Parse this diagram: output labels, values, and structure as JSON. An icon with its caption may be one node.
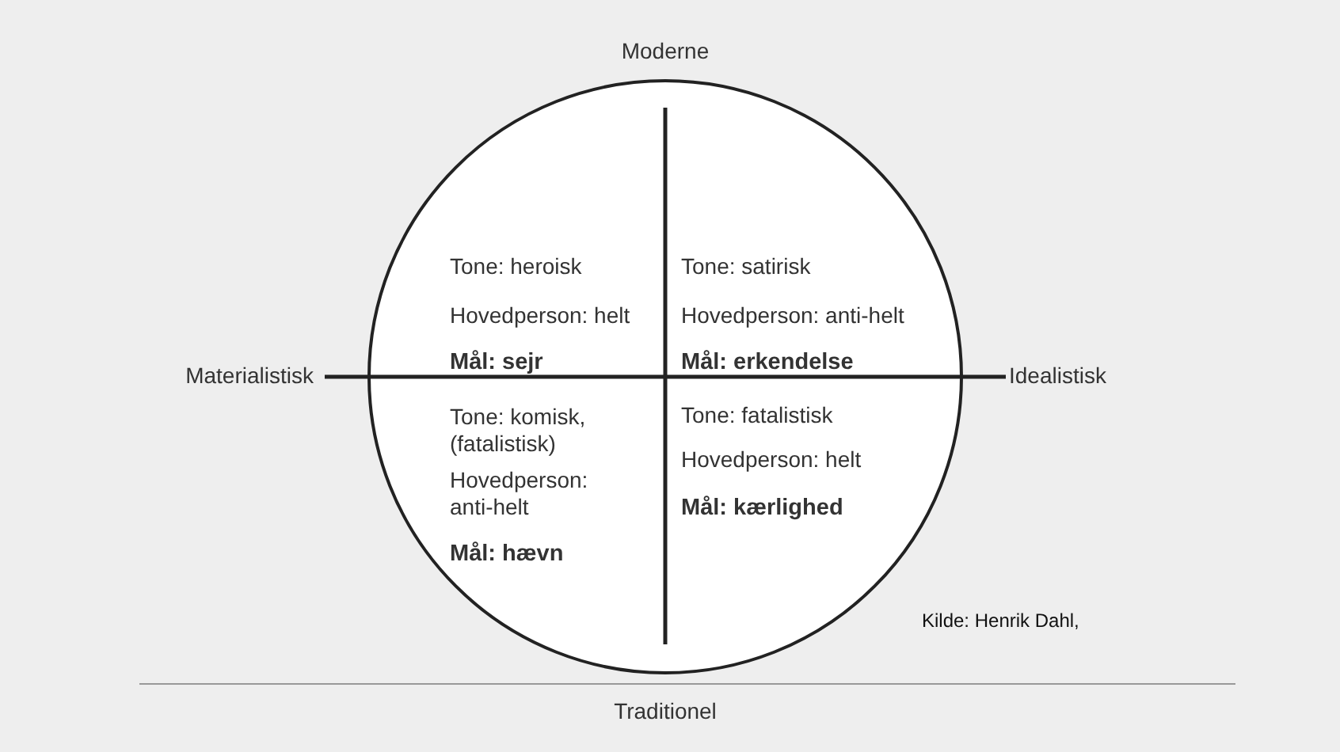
{
  "diagram": {
    "labels": [
      "Moderne",
      "Tone: heroisk",
      "Hovedperson: helt",
      "Mål: sejr",
      "Tone: satirisk",
      "Hovedperson: anti-helt",
      "Mål: erkendelse",
      "Materialistisk",
      "Idealistisk",
      "Tone: komisk, (fatalistisk)",
      "Hovedperson: anti-helt",
      "Mål: hævn",
      "Tone: fatalistisk",
      "Hovedperson: helt",
      "Mål: kærlighed",
      "Kilde: Henrik Dahl,",
      "Traditionel"
    ]
  }
}
